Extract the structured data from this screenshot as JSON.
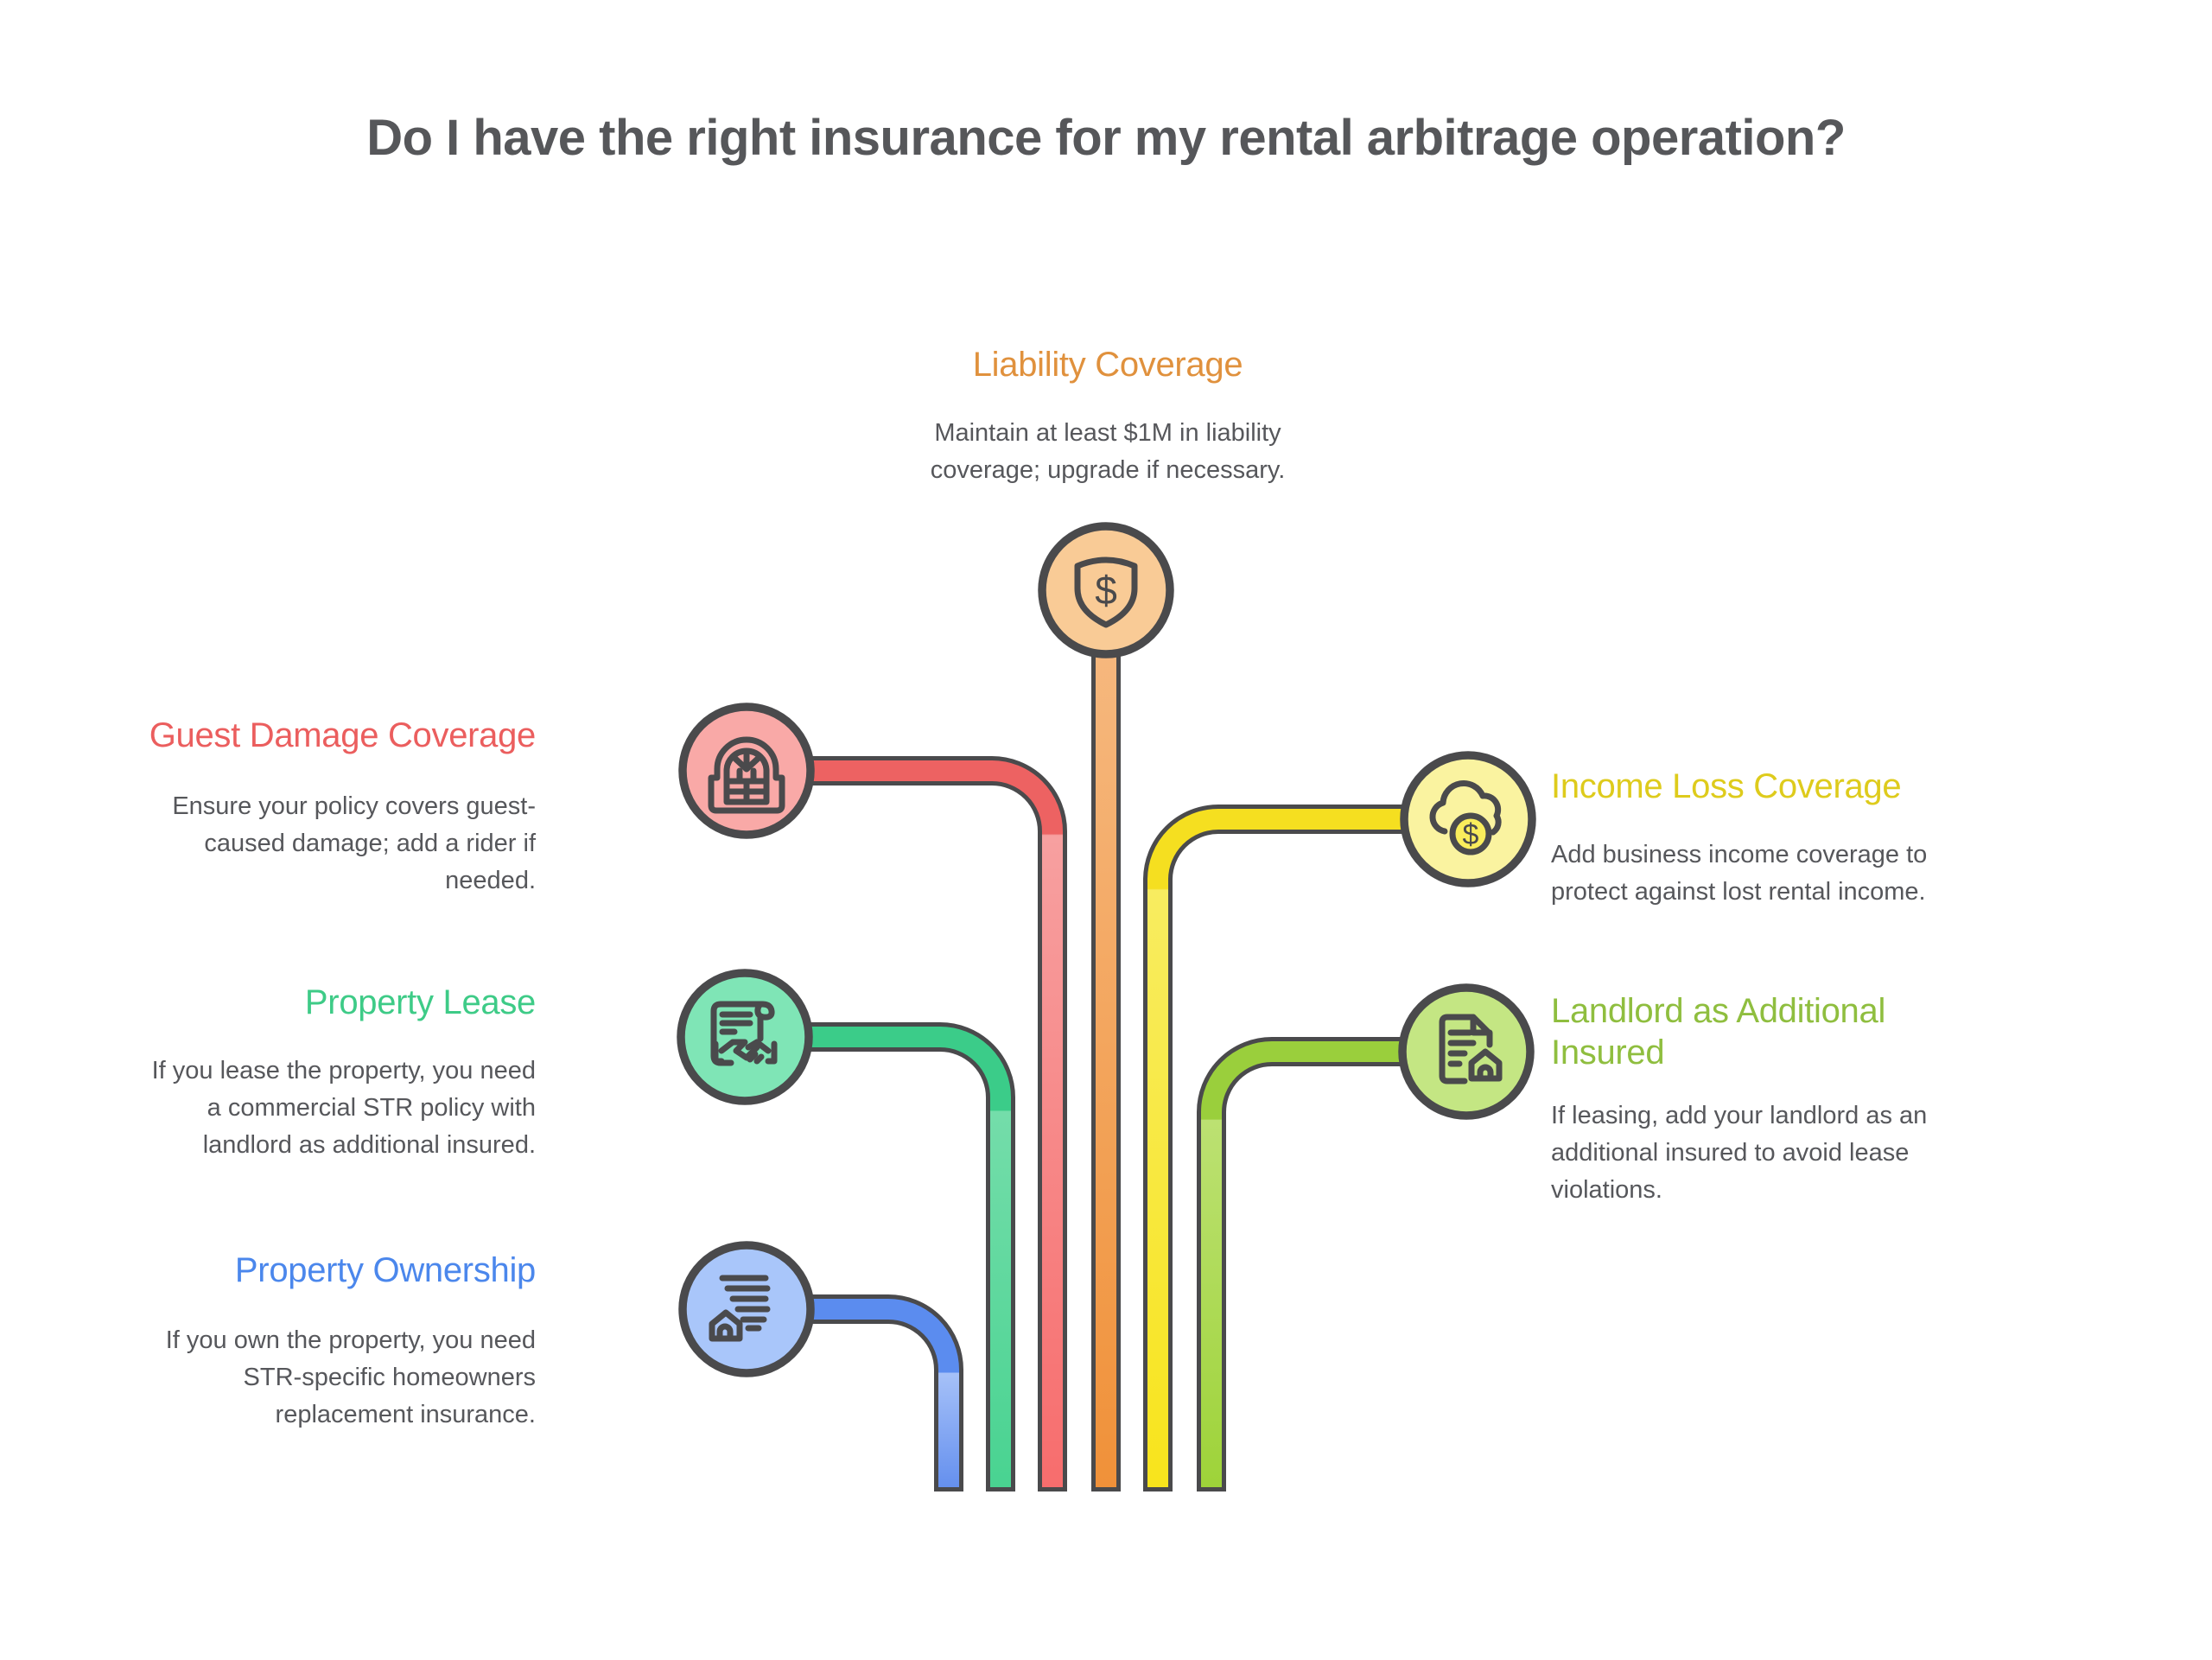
{
  "page": {
    "title": "Do I have the right insurance for my rental arbitrage operation?",
    "title_color": "#56575A",
    "background": "#FFFFFF",
    "body_text_color": "#56575B"
  },
  "glyphs": {
    "dollar": "$"
  },
  "sections": [
    {
      "id": "liability",
      "title": "Liability Coverage",
      "description": "Maintain at least $1M in liability coverage; upgrade if necessary.",
      "accent": "#E0913D",
      "pipe_color": "#F09139",
      "icon": "shield-dollar-icon",
      "position": "top-center"
    },
    {
      "id": "guest-damage",
      "title": "Guest Damage Coverage",
      "description": "Ensure your policy covers guest-caused damage; add a rider if needed.",
      "accent": "#EB5E5E",
      "pipe_color": "#F76D6D",
      "icon": "arched-window-icon",
      "position": "left-upper"
    },
    {
      "id": "income-loss",
      "title": "Income Loss Coverage",
      "description": "Add business income coverage to protect against lost rental income.",
      "accent": "#DECB1C",
      "pipe_color": "#F8E41C",
      "icon": "cloud-dollar-icon",
      "position": "right-upper"
    },
    {
      "id": "property-lease",
      "title": "Property Lease",
      "description": "If you lease the property, you need a commercial STR policy with landlord as additional insured.",
      "accent": "#3ECB87",
      "pipe_color": "#49D391",
      "icon": "contract-handshake-icon",
      "position": "left-middle"
    },
    {
      "id": "landlord-additional-insured",
      "title": "Landlord as Additional Insured",
      "description": "If leasing, add your landlord as an additional insured to avoid lease violations.",
      "accent": "#8FBE3F",
      "pipe_color": "#9ED339",
      "icon": "document-house-icon",
      "position": "right-middle"
    },
    {
      "id": "property-ownership",
      "title": "Property Ownership",
      "description": "If you own the property, you need STR-specific homeowners replacement insurance.",
      "accent": "#4B87EC",
      "pipe_color": "#6590EE",
      "icon": "house-listing-icon",
      "position": "left-lower"
    }
  ]
}
